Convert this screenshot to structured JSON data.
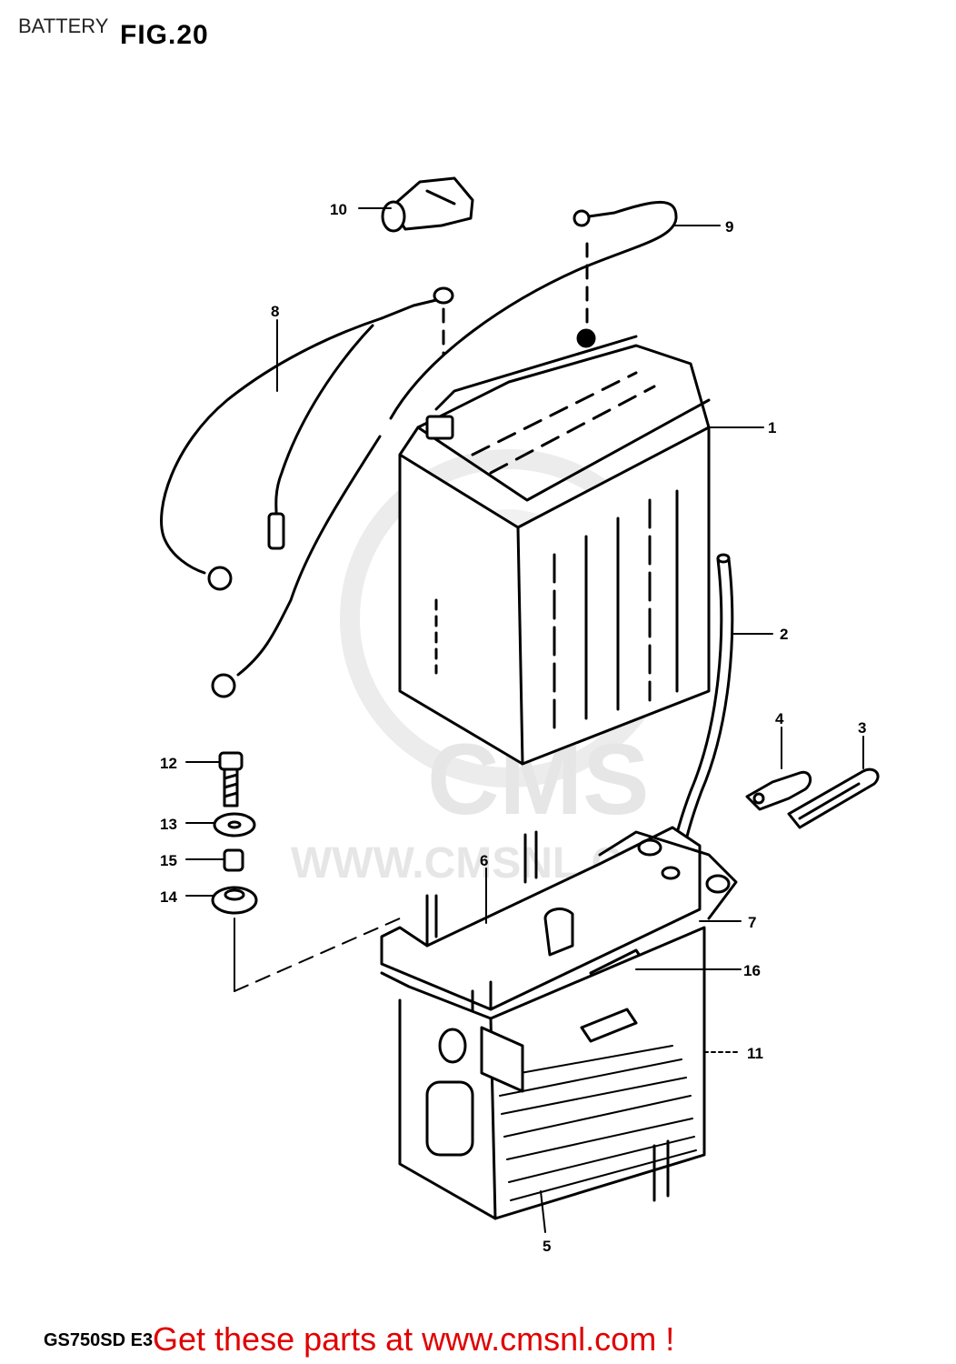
{
  "header": {
    "title": "BATTERY",
    "figure": "FIG.20"
  },
  "footer": {
    "model": "GS750SD  E3",
    "cta_text": "Get these parts at www.cmsnl.com !",
    "cta_color": "#e00000"
  },
  "watermark": {
    "brand": "CMS",
    "url": "WWW.CMSNL.COM"
  },
  "callouts": [
    "1",
    "2",
    "3",
    "4",
    "5",
    "6",
    "7",
    "8",
    "9",
    "10",
    "11",
    "12",
    "13",
    "14",
    "15",
    "16"
  ]
}
